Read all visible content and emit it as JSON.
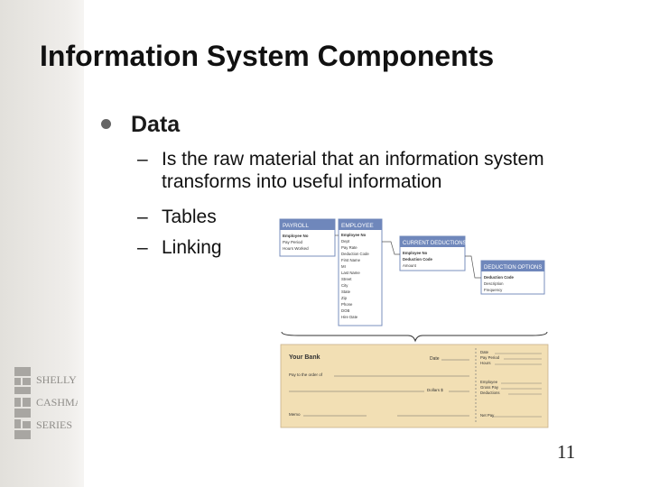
{
  "slide": {
    "title": "Information System Components",
    "bullet": "Data",
    "subitems": [
      {
        "dash": "–",
        "text_line1": "Is the raw material that an information system",
        "text_line2": "transforms into useful information"
      },
      {
        "dash": "–",
        "text": "Tables"
      },
      {
        "dash": "–",
        "text": "Linking"
      }
    ],
    "page_number": "11",
    "logo_text": [
      "SHELLY",
      "CASHMAN",
      "SERIES"
    ]
  },
  "figure": {
    "tables": [
      {
        "title": "PAYROLL",
        "fields": [
          "Employee No",
          "Pay Period",
          "Hours Worked"
        ]
      },
      {
        "title": "EMPLOYEE",
        "fields": [
          "Employee No",
          "Dept",
          "Pay Rate",
          "Deduction Code",
          "First Name",
          "MI",
          "Last Name",
          "Street",
          "City",
          "State",
          "Zip",
          "Phone",
          "DOB",
          "Hire Date"
        ]
      },
      {
        "title": "CURRENT DEDUCTIONS",
        "fields": [
          "Employee No",
          "Deduction Code",
          "Amount"
        ]
      },
      {
        "title": "DEDUCTION OPTIONS",
        "fields": [
          "Deduction Code",
          "Description",
          "Frequency"
        ]
      }
    ],
    "check": {
      "bank": "Your Bank",
      "date": "Date",
      "pay_to": "Pay to the order of",
      "dollars": "Dollars $",
      "memo": "Memo",
      "stub": [
        "Date",
        "Pay Period",
        "Hours",
        "Employee",
        "Gross Pay",
        "Deductions",
        "Net Pay"
      ]
    }
  },
  "colors": {
    "header_blue": "#6f87bb",
    "check_tan": "#f2dfb4",
    "band": "#e6e4e0"
  }
}
